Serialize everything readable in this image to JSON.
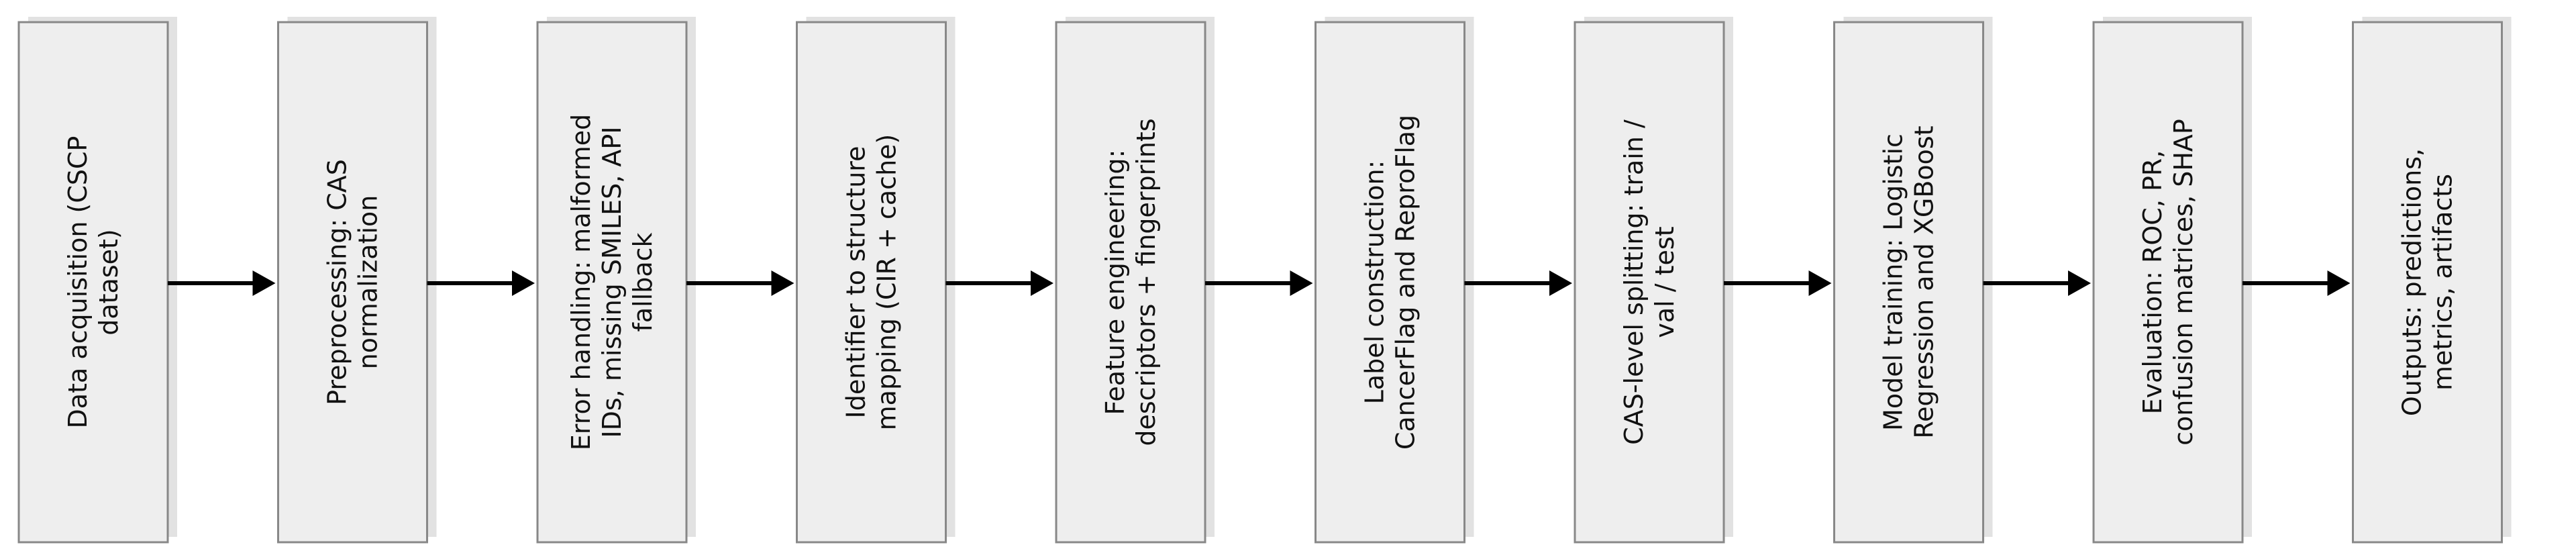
{
  "colors": {
    "box_fill": "#eeeeee",
    "box_stroke": "#888888",
    "box_shadow": "#e2e2e2",
    "arrow": "#000000",
    "text": "#111111"
  },
  "steps": [
    {
      "lines": [
        "Data acquisition (CSCP",
        "dataset)"
      ]
    },
    {
      "lines": [
        "Preprocessing: CAS",
        "normalization"
      ]
    },
    {
      "lines": [
        "Error handling: malformed",
        "IDs, missing SMILES, API",
        "fallback"
      ]
    },
    {
      "lines": [
        "Identifier to structure",
        "mapping (CIR + cache)"
      ]
    },
    {
      "lines": [
        "Feature engineering:",
        "descriptors + fingerprints"
      ]
    },
    {
      "lines": [
        "Label construction:",
        "CancerFlag and ReproFlag"
      ]
    },
    {
      "lines": [
        "CAS-level splitting: train /",
        "val / test"
      ]
    },
    {
      "lines": [
        "Model training: Logistic",
        "Regression and XGBoost"
      ]
    },
    {
      "lines": [
        "Evaluation: ROC, PR,",
        "confusion matrices, SHAP"
      ]
    },
    {
      "lines": [
        "Outputs: predictions,",
        "metrics, artifacts"
      ]
    }
  ]
}
